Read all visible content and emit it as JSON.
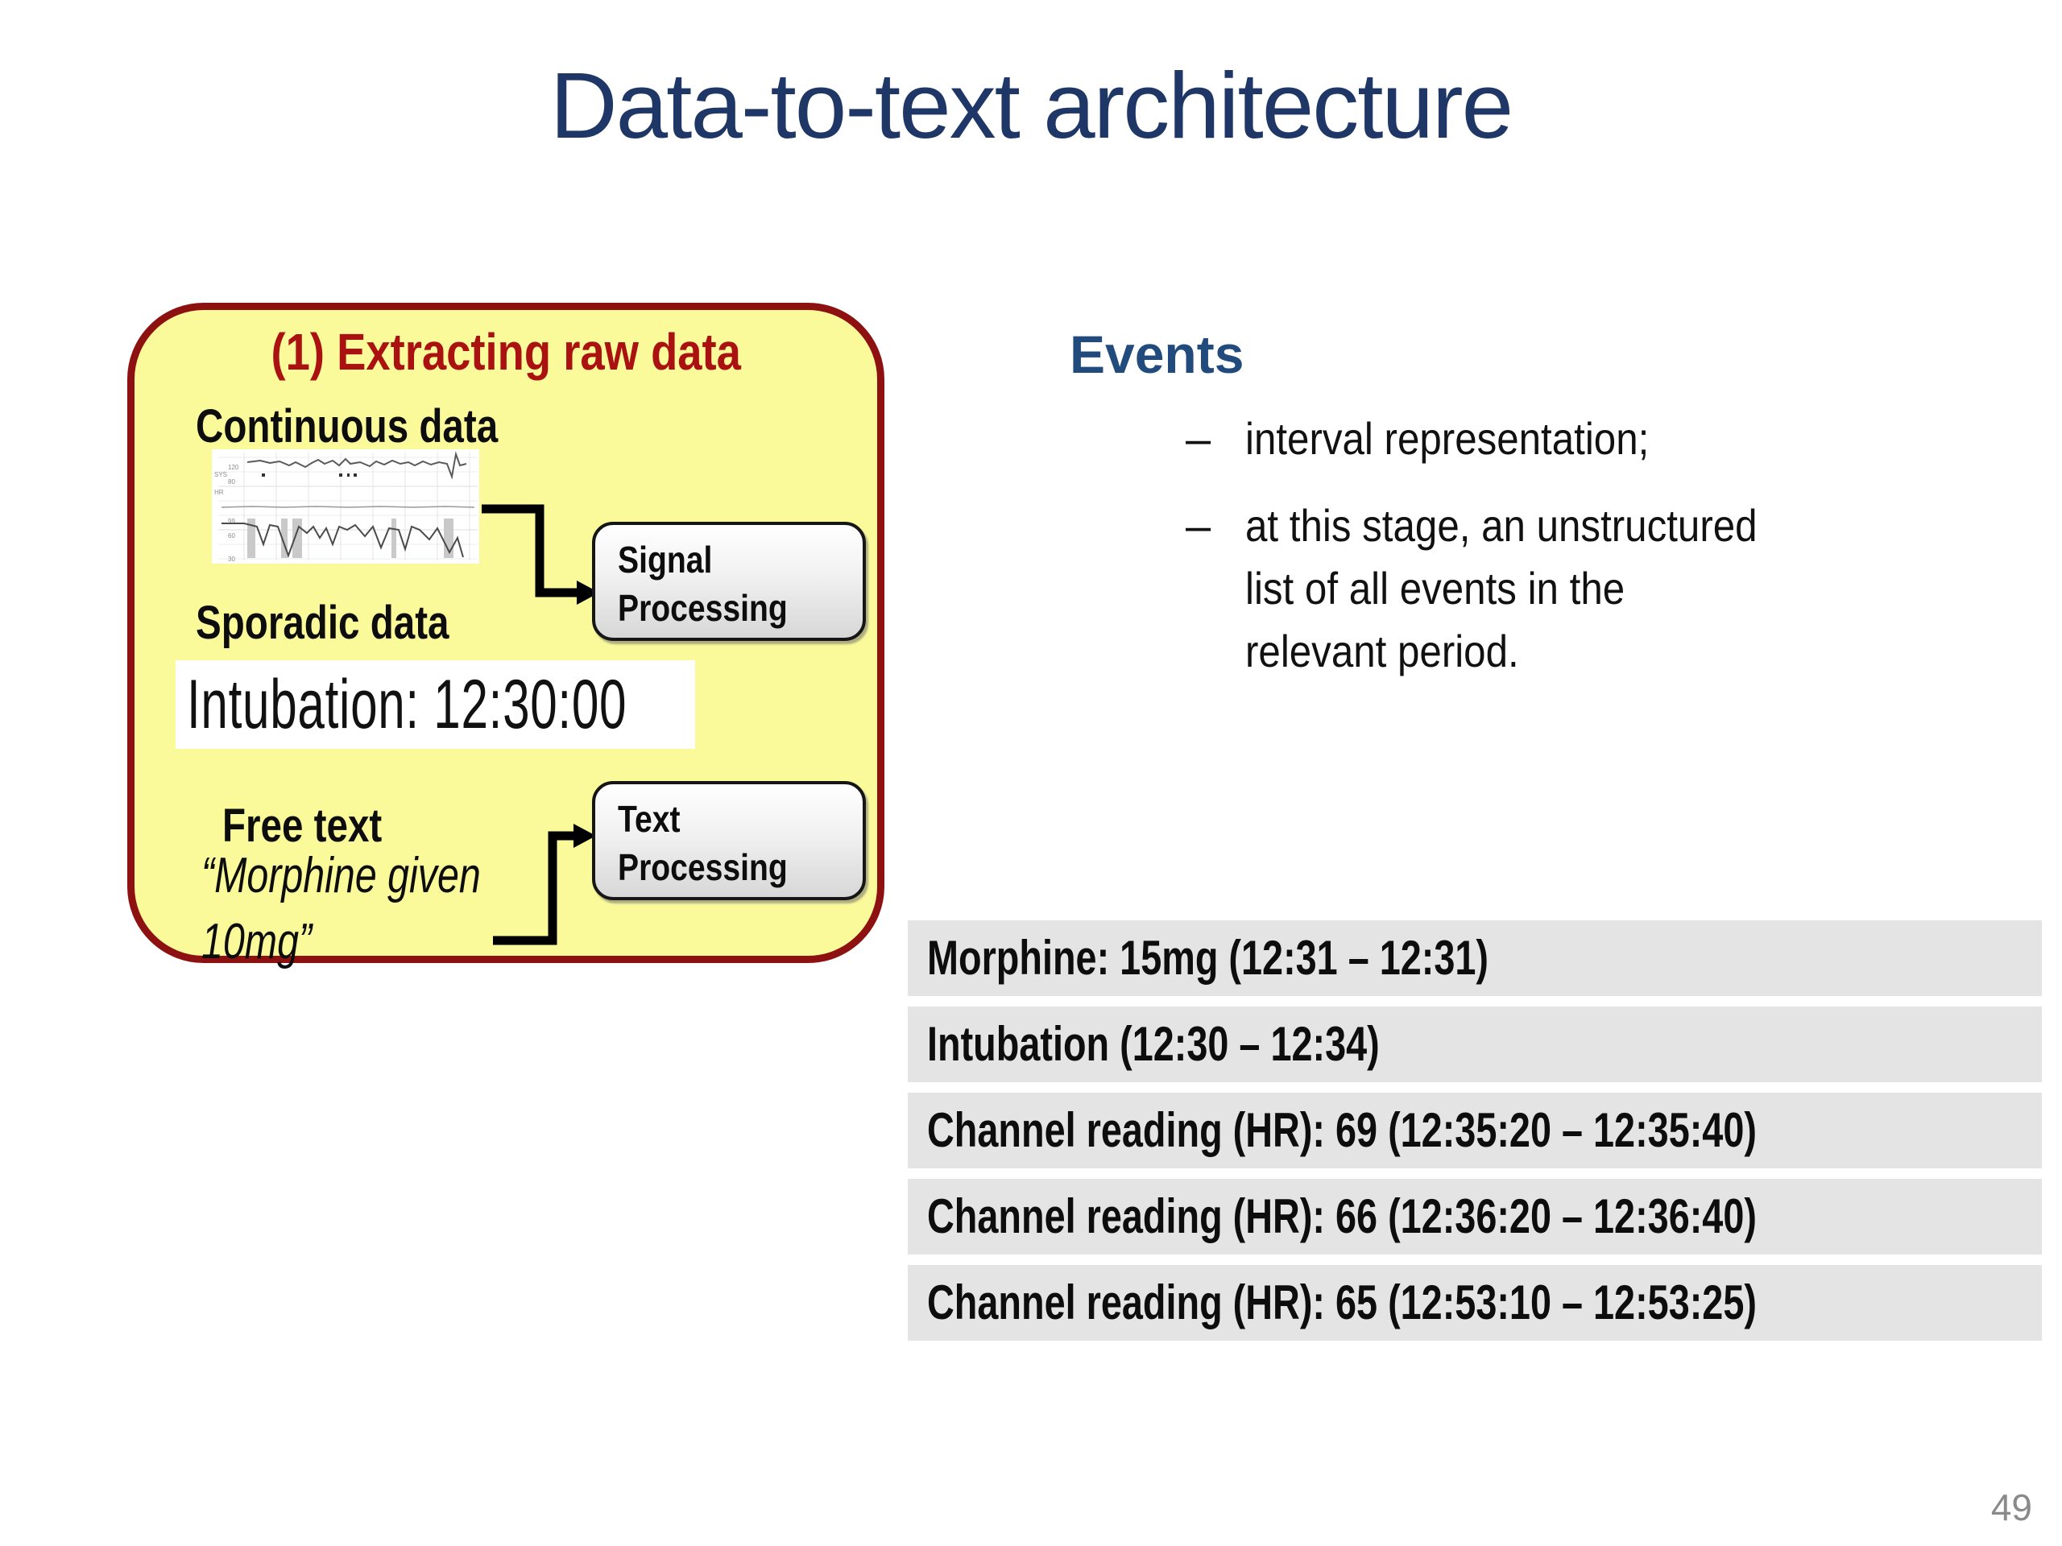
{
  "slide": {
    "title": "Data-to-text architecture",
    "page_number": "49"
  },
  "extraction_box": {
    "heading": "(1) Extracting raw data",
    "continuous_label": "Continuous data",
    "sporadic_label": "Sporadic data",
    "sporadic_value": "Intubation: 12:30:00",
    "free_text_label": "Free text",
    "free_text_quote_line1": "“Morphine given",
    "free_text_quote_line2": "10mg”",
    "signal_processing_box": {
      "line1": "Signal",
      "line2": "Processing"
    },
    "text_processing_box": {
      "line1": "Text",
      "line2": "Processing"
    }
  },
  "events": {
    "heading": "Events",
    "bullets": [
      {
        "dash": "–",
        "lines": [
          "interval representation;"
        ]
      },
      {
        "dash": "–",
        "lines": [
          "at this stage, an unstructured",
          "list of all events in the",
          "relevant period."
        ]
      }
    ]
  },
  "events_list": {
    "rows": [
      "Morphine: 15mg (12:31 – 12:31)",
      "Intubation (12:30 – 12:34)",
      "Channel reading (HR): 69 (12:35:20 – 12:35:40)",
      "Channel reading (HR): 66 (12:36:20 – 12:36:40)",
      "Channel reading (HR): 65 (12:53:10 – 12:53:25)"
    ]
  },
  "colors": {
    "title_text": "#1f3766",
    "box_border": "#8e1111",
    "box_fill": "#fbfa9b",
    "box_heading_text": "#aa1111",
    "events_heading_text": "#224b7d",
    "row_background": "#e4e4e4",
    "page_number_text": "#8a8a8a"
  }
}
